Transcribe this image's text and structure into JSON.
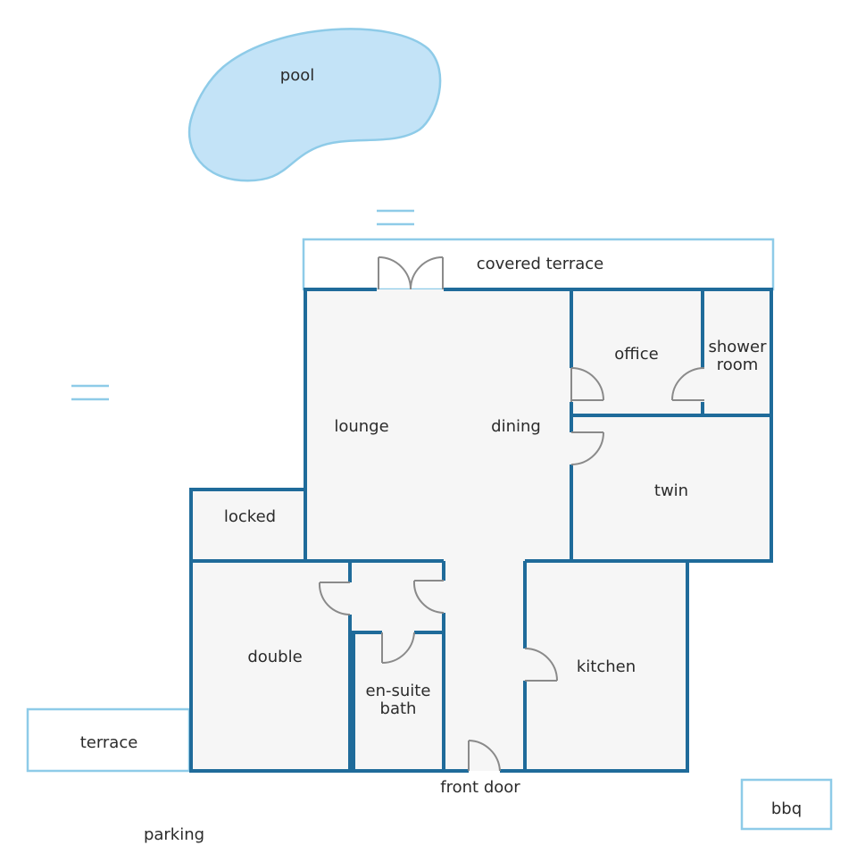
{
  "labels": {
    "pool": "pool",
    "covered_terrace": "covered terrace",
    "lounge": "lounge",
    "dining": "dining",
    "office": "office",
    "shower_room_line1": "shower",
    "shower_room_line2": "room",
    "twin": "twin",
    "locked": "locked",
    "double": "double",
    "en_suite_line1": "en-suite",
    "en_suite_line2": "bath",
    "kitchen": "kitchen",
    "front_door": "front door",
    "terrace": "terrace",
    "bbq": "bbq",
    "parking": "parking"
  },
  "colors": {
    "wall": "#1f6b9a",
    "outline_light": "#8ecbe8",
    "pool_fill": "#c3e3f7",
    "floor": "#f6f6f6",
    "door": "#8a8a8a"
  }
}
